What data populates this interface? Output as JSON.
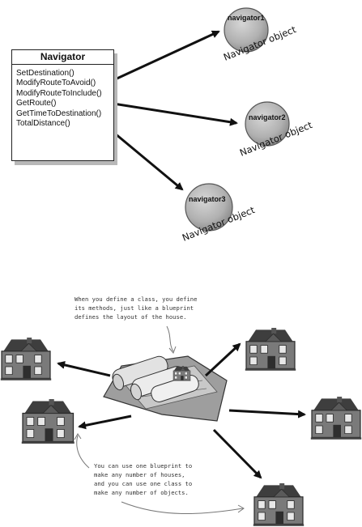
{
  "class_box": {
    "title": "Navigator",
    "methods": [
      "SetDestination()",
      "ModifyRouteToAvoid()",
      "ModifyRouteToInclude()",
      "GetRoute()",
      "GetTimeToDestination()",
      "TotalDistance()"
    ]
  },
  "objects": [
    {
      "name": "navigator1",
      "caption": "Navigator object"
    },
    {
      "name": "navigator2",
      "caption": "Navigator object"
    },
    {
      "name": "navigator3",
      "caption": "Navigator object"
    }
  ],
  "notes": {
    "class_note": [
      "When you define a class, you define",
      "its methods, just like a blueprint",
      "defines the layout of the house."
    ],
    "blueprint_note": [
      "You can use one blueprint to",
      "make any number of houses,",
      "and you can use one class to",
      "make any number of objects."
    ]
  },
  "colors": {
    "object_fill": "#b5b5b5",
    "ink": "#111111",
    "shadow": "#b8b8b8",
    "house_wall": "#7a7a7a",
    "house_roof": "#3e3e3e"
  }
}
